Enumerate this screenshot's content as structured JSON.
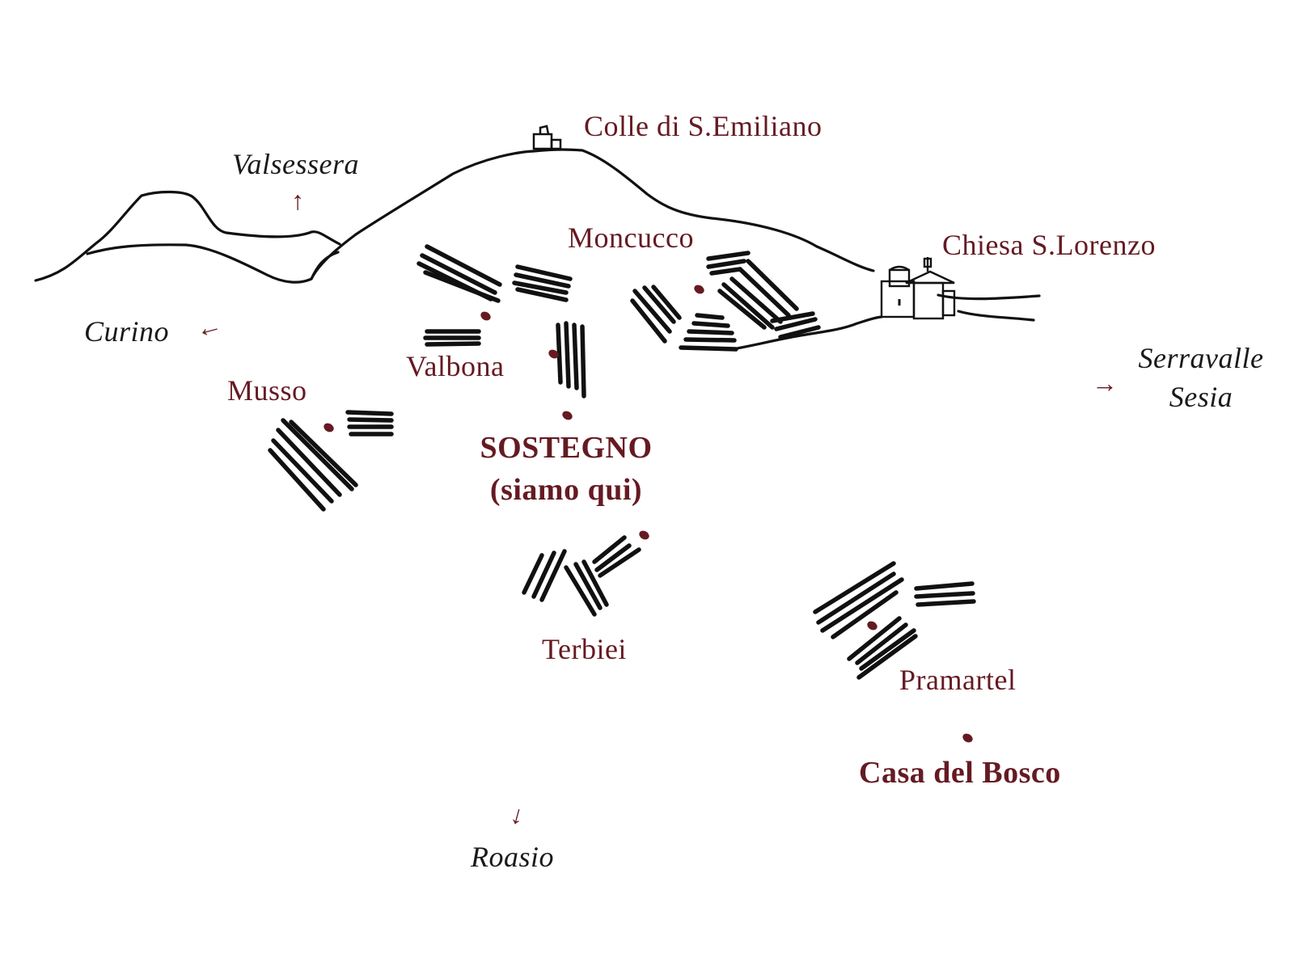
{
  "colors": {
    "place_label": "#651a22",
    "destination_label": "#1a1a1a",
    "ink": "#111111",
    "background": "#ffffff"
  },
  "landmarks": [
    {
      "id": "colle",
      "label": "Colle di S.Emiliano",
      "icon": "chapel-icon"
    },
    {
      "id": "chiesa",
      "label": "Chiesa S.Lorenzo",
      "icon": "church-icon"
    }
  ],
  "places": [
    {
      "id": "moncucco",
      "label": "Moncucco"
    },
    {
      "id": "valbona",
      "label": "Valbona"
    },
    {
      "id": "musso",
      "label": "Musso"
    },
    {
      "id": "sostegno",
      "label": "SOSTEGNO",
      "sublabel": "(siamo qui)",
      "highlight": true
    },
    {
      "id": "terbiei",
      "label": "Terbiei"
    },
    {
      "id": "pramartel",
      "label": "Pramartel"
    },
    {
      "id": "casa",
      "label": "Casa del Bosco",
      "highlight": true
    }
  ],
  "destinations": [
    {
      "id": "valsessera",
      "label": "Valsessera",
      "arrow": "↑",
      "arrow_icon": "arrow-up-icon"
    },
    {
      "id": "curino",
      "label": "Curino",
      "arrow": "←",
      "arrow_icon": "arrow-left-icon"
    },
    {
      "id": "serravalle",
      "label": "Serravalle",
      "label2": "Sesia",
      "arrow": "→",
      "arrow_icon": "arrow-right-icon"
    },
    {
      "id": "roasio",
      "label": "Roasio",
      "arrow": "↓",
      "arrow_icon": "arrow-down-icon"
    }
  ]
}
